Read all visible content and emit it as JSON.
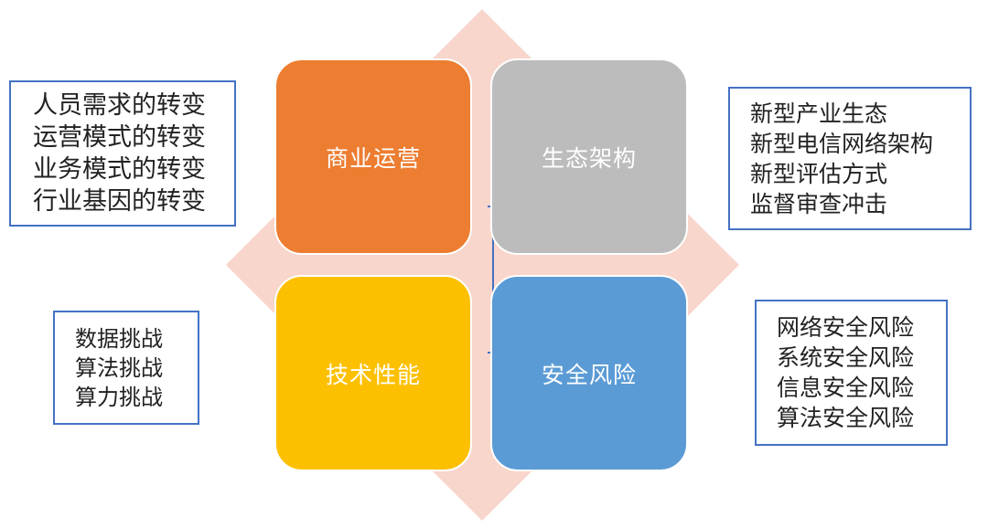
{
  "colors": {
    "diamond": "#f8d6cc",
    "business": "#ed7d31",
    "ecosystem": "#bdbcbc",
    "tech": "#fdc000",
    "security": "#5b9bd5",
    "border": "#4472c4"
  },
  "quadrants": {
    "business": "商业运营",
    "ecosystem": "生态架构",
    "tech": "技术性能",
    "security": "安全风险"
  },
  "notes": {
    "business": [
      "人员需求的转变",
      "运营模式的转变",
      "业务模式的转变",
      "行业基因的转变"
    ],
    "tech": [
      "数据挑战",
      "算法挑战",
      "算力挑战"
    ],
    "ecosystem": [
      "新型产业生态",
      "新型电信网络架构",
      "新型评估方式",
      "监督审查冲击"
    ],
    "security": [
      "网络安全风险",
      "系统安全风险",
      "信息安全风险",
      "算法安全风险"
    ]
  }
}
